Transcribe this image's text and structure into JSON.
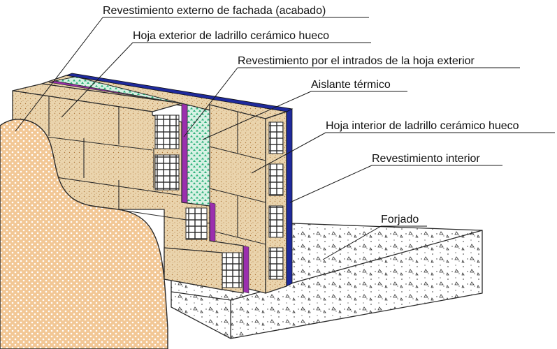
{
  "labels": {
    "revestimiento_externo": "Revestimiento externo de fachada (acabado)",
    "hoja_exterior": "Hoja exterior de ladrillo cerámico hueco",
    "revestimiento_intrados": "Revestimiento por el intrados de la hoja exterior",
    "aislante": "Aislante térmico",
    "hoja_interior": "Hoja interior de ladrillo cerámico hueco",
    "revestimiento_interior": "Revestimiento interior",
    "forjado": "Forjado"
  },
  "colors": {
    "brick": "#ead4ad",
    "brick_dots": "#b07a3e",
    "render_exterior": "#f2c795",
    "render_dots": "#ffffff",
    "insulation": "#d7f1e4",
    "insulation_dots": "#2bb27a",
    "intrados_coating": "#9b2fae",
    "interior_coating": "#1f2a9c",
    "concrete": "#ffffff",
    "line": "#2a2a2a"
  }
}
